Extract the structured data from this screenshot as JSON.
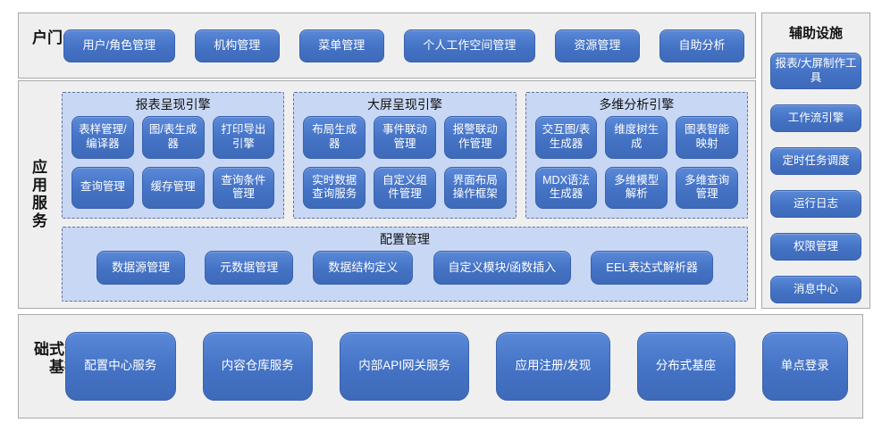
{
  "colors": {
    "accent": "#4472c4",
    "panel_fill": "#c8d8f4",
    "section_fill": "#efefef"
  },
  "portal": {
    "label": "门户",
    "buttons": [
      "用户/角色管理",
      "机构管理",
      "菜单管理",
      "个人工作空间管理",
      "资源管理",
      "自助分析"
    ]
  },
  "app_services": {
    "label": "应用服务",
    "groups": [
      {
        "title": "报表呈现引擎",
        "buttons": [
          "表样管理/编译器",
          "图/表生成器",
          "打印导出引擎",
          "查询管理",
          "缓存管理",
          "查询条件管理"
        ]
      },
      {
        "title": "大屏呈现引擎",
        "buttons": [
          "布局生成器",
          "事件联动管理",
          "报警联动作管理",
          "实时数据查询服务",
          "自定义组件管理",
          "界面布局操作框架"
        ]
      },
      {
        "title": "多维分析引擎",
        "buttons": [
          "交互图/表生成器",
          "维度树生成",
          "图表智能映射",
          "MDX语法生成器",
          "多维模型解析",
          "多维查询管理"
        ]
      }
    ],
    "config": {
      "title": "配置管理",
      "buttons": [
        "数据源管理",
        "元数据管理",
        "数据结构定义",
        "自定义模块/函数插入",
        "EEL表达式解析器"
      ]
    }
  },
  "distributed": {
    "label": "分布式基础",
    "buttons": [
      "配置中心服务",
      "内容仓库服务",
      "内部API网关服务",
      "应用注册/发现",
      "分布式基座",
      "单点登录"
    ]
  },
  "auxiliary": {
    "label": "辅助设施",
    "buttons": [
      "报表/大屏制作工具",
      "工作流引擎",
      "定时任务调度",
      "运行日志",
      "权限管理",
      "消息中心"
    ]
  }
}
